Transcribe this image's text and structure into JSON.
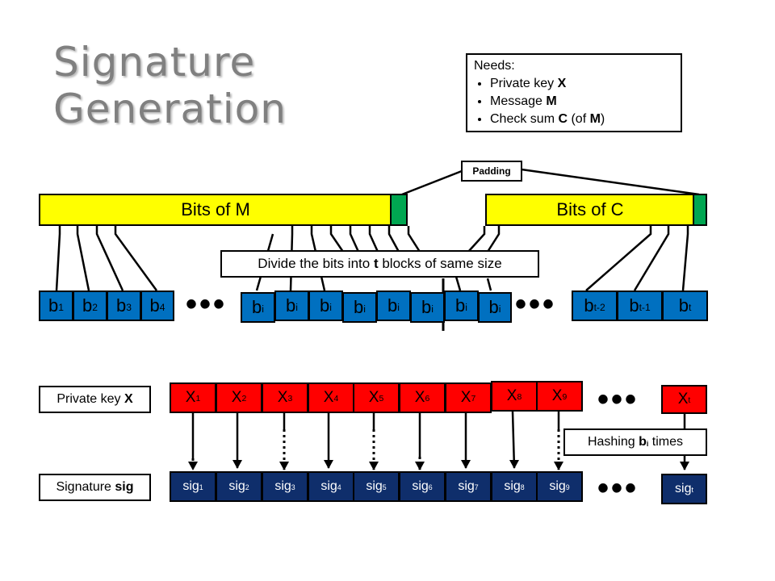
{
  "title": [
    "Signature",
    "Generation"
  ],
  "needs": {
    "heading": "Needs:",
    "items": [
      {
        "text": "Private key ",
        "bold": "X",
        "tail": ""
      },
      {
        "text": "Message ",
        "bold": "M",
        "tail": ""
      },
      {
        "text": "Check sum ",
        "bold": "C",
        "tail": " (of ",
        "bold2": "M",
        "tail2": ")"
      }
    ]
  },
  "padding_label": "Padding",
  "bits_m_label": "Bits of M",
  "bits_c_label": "Bits of C",
  "divide_label": {
    "pre": "Divide the bits into ",
    "bold": "t",
    "post": " blocks of same size"
  },
  "b_blocks": [
    {
      "base": "b",
      "sub": "1"
    },
    {
      "base": "b",
      "sub": "2"
    },
    {
      "base": "b",
      "sub": "3"
    },
    {
      "base": "b",
      "sub": "4"
    },
    {
      "base": "b",
      "sub": "i"
    },
    {
      "base": "b",
      "sub": "i"
    },
    {
      "base": "b",
      "sub": "i"
    },
    {
      "base": "b",
      "sub": "i"
    },
    {
      "base": "b",
      "sub": "i"
    },
    {
      "base": "b",
      "sub": "i"
    },
    {
      "base": "b",
      "sub": "i"
    },
    {
      "base": "b",
      "sub": "i"
    },
    {
      "base": "b",
      "sub": "t-2"
    },
    {
      "base": "b",
      "sub": "t-1"
    },
    {
      "base": "b",
      "sub": "t"
    }
  ],
  "x_blocks": [
    {
      "base": "X",
      "sub": "1"
    },
    {
      "base": "X",
      "sub": "2"
    },
    {
      "base": "X",
      "sub": "3"
    },
    {
      "base": "X",
      "sub": "4"
    },
    {
      "base": "X",
      "sub": "5"
    },
    {
      "base": "X",
      "sub": "6"
    },
    {
      "base": "X",
      "sub": "7"
    },
    {
      "base": "X",
      "sub": "8"
    },
    {
      "base": "X",
      "sub": "9"
    },
    {
      "base": "X",
      "sub": "t"
    }
  ],
  "sig_blocks": [
    {
      "base": "sig",
      "sub": "1"
    },
    {
      "base": "sig",
      "sub": "2"
    },
    {
      "base": "sig",
      "sub": "3"
    },
    {
      "base": "sig",
      "sub": "4"
    },
    {
      "base": "sig",
      "sub": "5"
    },
    {
      "base": "sig",
      "sub": "6"
    },
    {
      "base": "sig",
      "sub": "7"
    },
    {
      "base": "sig",
      "sub": "8"
    },
    {
      "base": "sig",
      "sub": "9"
    },
    {
      "base": "sig",
      "sub": "t"
    }
  ],
  "private_key_label": {
    "pre": "Private key ",
    "bold": "X"
  },
  "signature_label": {
    "pre": "Signature ",
    "bold": "sig"
  },
  "hashing_label": {
    "pre": "Hashing ",
    "bold": "b",
    "sub": "i",
    "post": " times"
  },
  "ellipsis": "•••",
  "colors": {
    "title": "#808080",
    "yellow": "#ffff00",
    "green": "#00a651",
    "blue": "#0070c0",
    "red": "#ff0000",
    "navy": "#0f2e6b"
  }
}
